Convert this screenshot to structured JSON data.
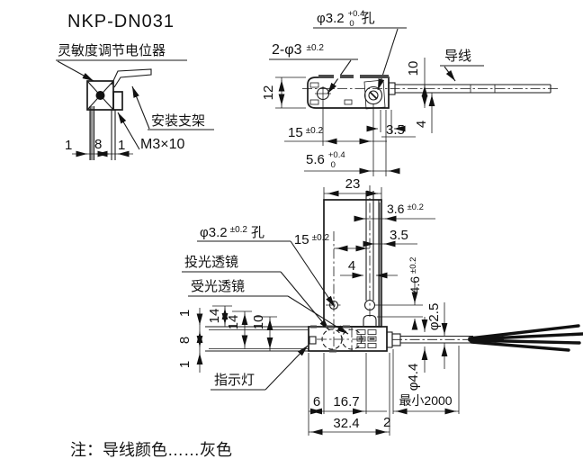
{
  "title": "NKP-DN031",
  "note": "注：导线颜色……灰色",
  "side_view": {
    "pot_label": "灵敏度调节电位器",
    "bracket_label": "安装支架",
    "screw_label": "M3×10",
    "dim_left": "1",
    "dim_mid": "8",
    "dim_right": "1"
  },
  "top_view": {
    "hole": {
      "dia": "φ3.2",
      "tol_up": "+0.4",
      "tol_dn": "0",
      "suffix": "孔"
    },
    "two_holes": {
      "text": "2-φ3",
      "tol": "±0.2"
    },
    "wire_label": "导线",
    "dim_height": "12",
    "dim_wire_top": "10",
    "dim_pitch": {
      "value": "15",
      "tol": "±0.2"
    },
    "dim_edge": "3.5",
    "dim_wire_bottom": "4",
    "dim_screw_edge": {
      "value": "5.6",
      "tol_up": "+0.4",
      "tol_dn": "0"
    }
  },
  "front_view": {
    "hole": {
      "dia": "φ3.2",
      "tol": "±0.2",
      "suffix": "孔"
    },
    "emit_lens": "投光透镜",
    "recv_lens": "受光透镜",
    "indicator": "指示灯",
    "dim_width": "23",
    "dim_slot_edge": {
      "value": "3.6",
      "tol": "±0.2"
    },
    "dim_edge": "3.5",
    "dim_pitch": {
      "value": "15",
      "tol": "±0.2"
    },
    "dim_slot_w": "4",
    "dim_slot_h": {
      "value": "4.6",
      "tol": "±0.2"
    },
    "dim_wire_dia": "φ2.5",
    "dim_sleeve_dia": "φ4.4",
    "dim_t_top": "1",
    "dim_gap": "8",
    "dim_t_bot": "1",
    "dim_h1": "14",
    "dim_h2": "14",
    "dim_h3": "10",
    "dim_b1": "6",
    "dim_b2": "16.7",
    "dim_len": "32.4",
    "dim_nub": "2",
    "dim_wire_len": "最小2000"
  }
}
